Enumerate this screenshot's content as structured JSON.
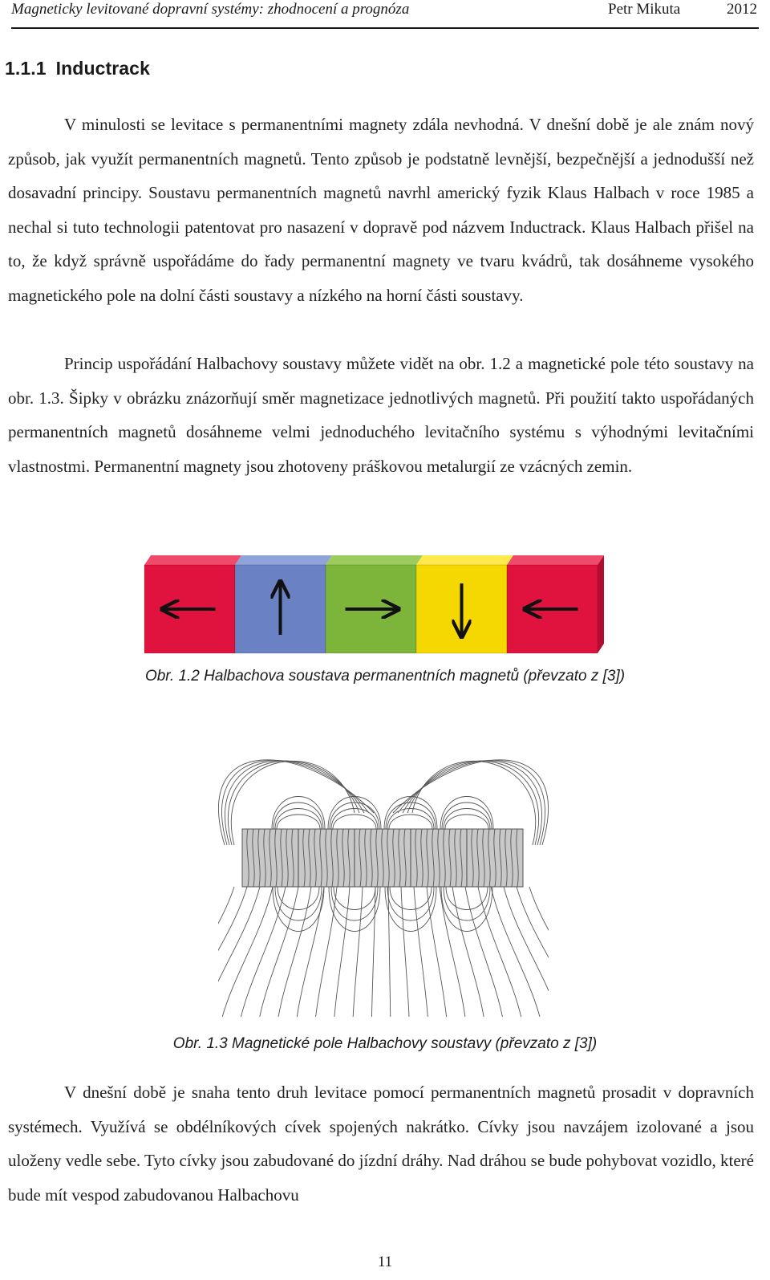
{
  "header": {
    "title": "Magneticky levitované dopravní systémy: zhodnocení a prognóza",
    "author": "Petr Mikuta",
    "year": "2012"
  },
  "section": {
    "number": "1.1.1",
    "title": "Inductrack"
  },
  "paragraphs": [
    "V minulosti se levitace s permanentními magnety zdála nevhodná. V dnešní době je ale znám nový způsob, jak využít permanentních magnetů. Tento způsob je podstatně levnější, bezpečnější a jednodušší než dosavadní principy. Soustavu permanentních magnetů navrhl americký fyzik Klaus Halbach v roce 1985 a nechal si tuto technologii patentovat pro nasazení v dopravě pod názvem Inductrack. Klaus Halbach přišel na to, že když správně uspořádáme do řady permanentní magnety ve tvaru kvádrů, tak dosáhneme vysokého magnetického pole na dolní části soustavy a nízkého na horní části soustavy.",
    "Princip uspořádání Halbachovy soustavy můžete vidět na obr. 1.2 a magnetické pole této soustavy na obr. 1.3. Šipky v obrázku znázorňují směr magnetizace jednotlivých magnetů. Při použití takto uspořádaných permanentních magnetů dosáhneme velmi jednoduchého levitačního systému s výhodnými levitačními vlastnostmi. Permanentní magnety jsou zhotoveny práškovou metalurgií ze vzácných zemin.",
    "V dnešní době je snaha tento druh levitace pomocí permanentních magnetů prosadit v dopravních systémech. Využívá se obdélníkových cívek spojených nakrátko. Cívky jsou navzájem izolované a jsou uloženy vedle sebe. Tyto cívky jsou zabudované do jízdní dráhy. Nad dráhou se bude pohybovat vozidlo, které bude mít vespod zabudovanou Halbachovu"
  ],
  "figure_halbach": {
    "caption": "Obr. 1.2  Halbachova soustava permanentních magnetů (převzato z [3])",
    "blocks": [
      {
        "color": "#e0123e",
        "top_color": "#f04a6a",
        "arrow": "left"
      },
      {
        "color": "#6a82c4",
        "top_color": "#8fa3d8",
        "arrow": "up"
      },
      {
        "color": "#7db53a",
        "top_color": "#9ccb5e",
        "arrow": "right"
      },
      {
        "color": "#f5d800",
        "top_color": "#ffe94d",
        "arrow": "down"
      },
      {
        "color": "#e0123e",
        "top_color": "#f04a6a",
        "arrow": "left"
      }
    ]
  },
  "figure_field": {
    "caption": "Obr. 1.3  Magnetické pole Halbachovy soustavy (převzato z [3])"
  },
  "page_number": "11"
}
